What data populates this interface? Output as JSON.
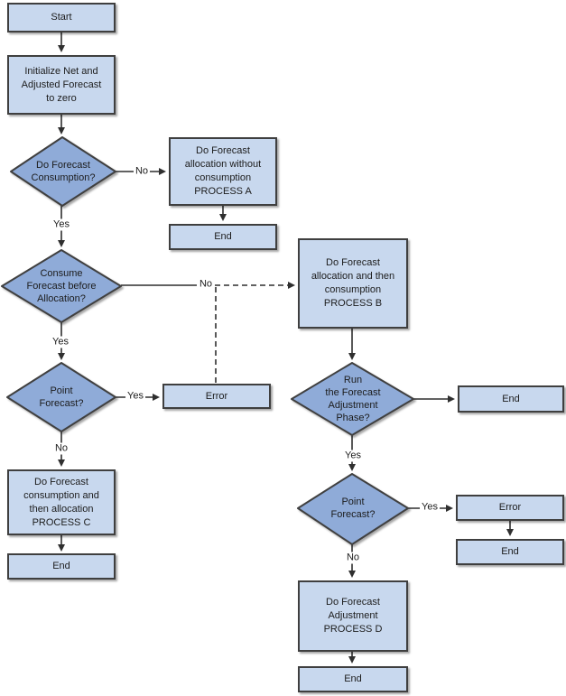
{
  "diagram_type": "flowchart",
  "colors": {
    "process_fill": "#C8D8EE",
    "decision_fill": "#8FABD8",
    "border": "#3F3F3F",
    "connector": "#2F2F2F",
    "background": "#FFFFFF",
    "text": "#1C1C1C"
  },
  "nodes": {
    "start": {
      "type": "terminator",
      "label": "Start"
    },
    "init": {
      "type": "process",
      "label": "Initialize Net and\nAdjusted Forecast\nto zero"
    },
    "d1": {
      "type": "decision",
      "label": "Do Forecast\nConsumption?"
    },
    "procA": {
      "type": "process",
      "label": "Do Forecast\nallocation without\nconsumption\nPROCESS A"
    },
    "endA": {
      "type": "terminator",
      "label": "End"
    },
    "d2": {
      "type": "decision",
      "label": "Consume\nForecast before\nAllocation?"
    },
    "procB": {
      "type": "process",
      "label": "Do Forecast\nallocation and then\nconsumption\nPROCESS B"
    },
    "d3": {
      "type": "decision",
      "label": "Point\nForecast?"
    },
    "errorL": {
      "type": "process",
      "label": "Error"
    },
    "procC": {
      "type": "process",
      "label": "Do Forecast\nconsumption and\nthen allocation\nPROCESS C"
    },
    "endC": {
      "type": "terminator",
      "label": "End"
    },
    "d4": {
      "type": "decision",
      "label": "Run\nthe Forecast\nAdjustment\nPhase?"
    },
    "endB": {
      "type": "terminator",
      "label": "End"
    },
    "d5": {
      "type": "decision",
      "label": "Point\nForecast?"
    },
    "errorR": {
      "type": "process",
      "label": "Error"
    },
    "endR": {
      "type": "terminator",
      "label": "End"
    },
    "procD": {
      "type": "process",
      "label": "Do Forecast\nAdjustment\nPROCESS D"
    },
    "endD": {
      "type": "terminator",
      "label": "End"
    }
  },
  "edge_labels": {
    "d1_no": "No",
    "d1_yes": "Yes",
    "d2_no": "No",
    "d2_yes": "Yes",
    "d3_yes": "Yes",
    "d3_no": "No",
    "d4_yes": "Yes",
    "d5_yes": "Yes",
    "d5_no": "No"
  },
  "edges": [
    {
      "from": "start",
      "to": "init",
      "label": "",
      "style": "solid"
    },
    {
      "from": "init",
      "to": "d1",
      "label": "",
      "style": "solid"
    },
    {
      "from": "d1",
      "to": "procA",
      "label": "No",
      "style": "solid"
    },
    {
      "from": "procA",
      "to": "endA",
      "label": "",
      "style": "solid"
    },
    {
      "from": "d1",
      "to": "d2",
      "label": "Yes",
      "style": "solid"
    },
    {
      "from": "d2",
      "to": "procB",
      "label": "No",
      "style": "solid-then-dashed"
    },
    {
      "from": "d2-no-junction",
      "to": "errorL",
      "label": "",
      "style": "dashed"
    },
    {
      "from": "d2",
      "to": "d3",
      "label": "Yes",
      "style": "solid"
    },
    {
      "from": "d3",
      "to": "errorL",
      "label": "Yes",
      "style": "solid"
    },
    {
      "from": "d3",
      "to": "procC",
      "label": "No",
      "style": "solid"
    },
    {
      "from": "procC",
      "to": "endC",
      "label": "",
      "style": "solid"
    },
    {
      "from": "procB",
      "to": "d4",
      "label": "",
      "style": "solid"
    },
    {
      "from": "d4",
      "to": "endB",
      "label": "",
      "style": "solid"
    },
    {
      "from": "d4",
      "to": "d5",
      "label": "Yes",
      "style": "solid"
    },
    {
      "from": "d5",
      "to": "errorR",
      "label": "Yes",
      "style": "solid"
    },
    {
      "from": "errorR",
      "to": "endR",
      "label": "",
      "style": "solid"
    },
    {
      "from": "d5",
      "to": "procD",
      "label": "No",
      "style": "solid"
    },
    {
      "from": "procD",
      "to": "endD",
      "label": "",
      "style": "solid"
    }
  ]
}
